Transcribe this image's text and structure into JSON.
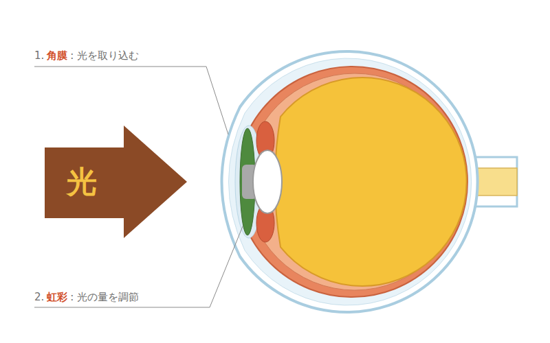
{
  "diagram": {
    "nodes": [
      {
        "text": [
          "光"
        ]
      }
    ],
    "labels": [
      "1.",
      "角膜",
      ": 光を取り込む",
      "2.",
      "虹彩",
      ": 光の量を調節"
    ]
  }
}
